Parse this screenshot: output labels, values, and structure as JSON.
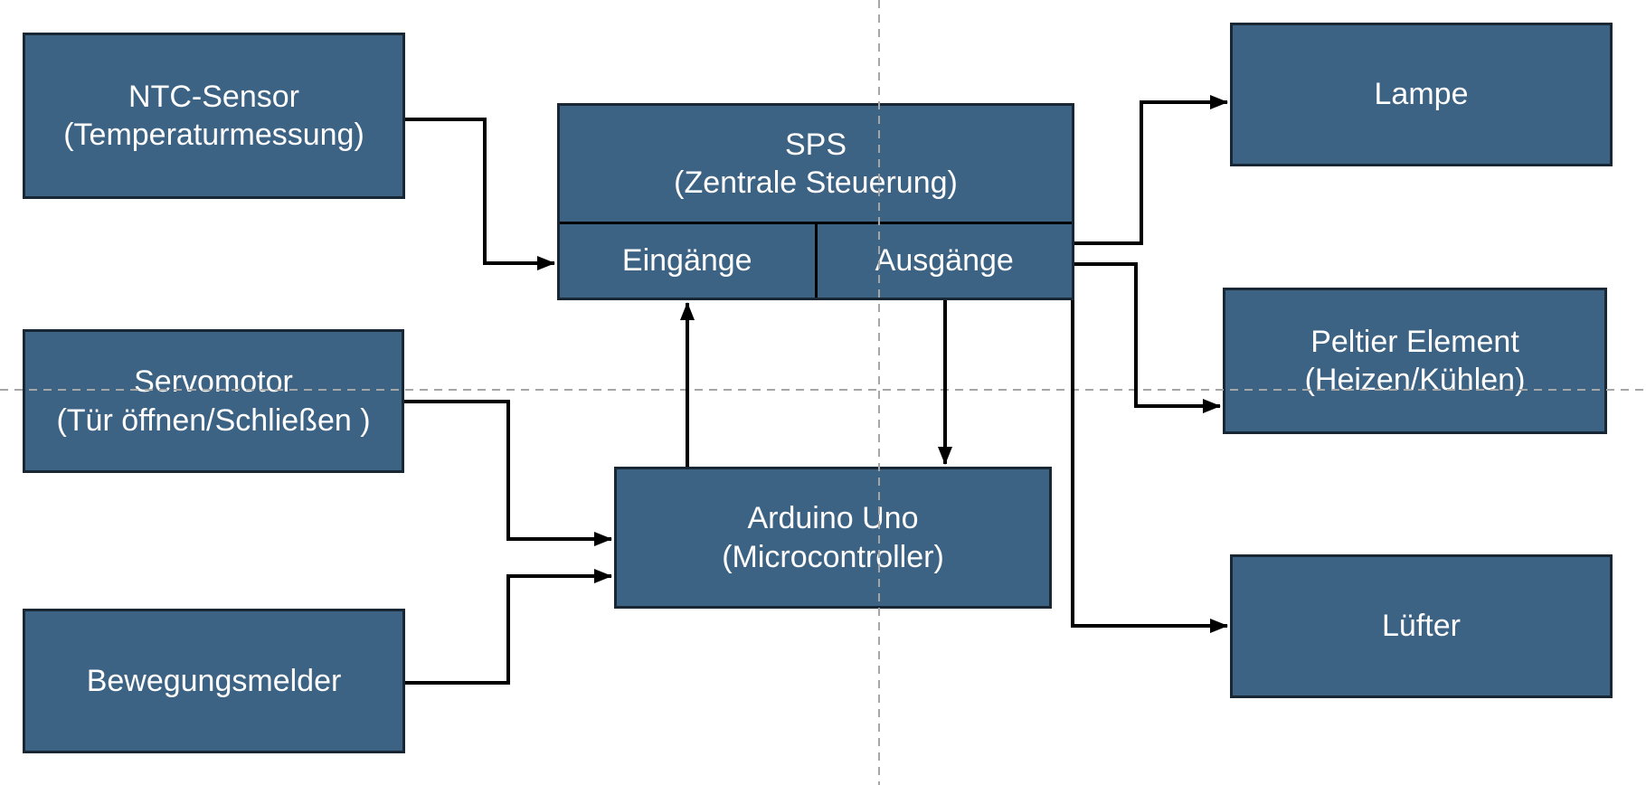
{
  "title": "SPS Zentrale Steuerung Blockdiagramm",
  "colors": {
    "box-fill": "#3D6384",
    "box-border": "#182733",
    "divider": "#000000",
    "connector": "#000000",
    "guide": "#A6A6A6",
    "text": "#FFFFFF",
    "background": "#FFFFFF"
  },
  "boxes": {
    "ntc": {
      "line1": "NTC-Sensor",
      "line2": "(Temperaturmessung)"
    },
    "servo": {
      "line1": "Servomotor",
      "line2": "(Tür öffnen/Schließen )"
    },
    "bewegungsmelder": {
      "line1": "Bewegungsmelder",
      "line2": ""
    },
    "sps": {
      "line1": "SPS",
      "line2": "(Zentrale Steuerung)",
      "input_label": "Eingänge",
      "output_label": "Ausgänge"
    },
    "arduino": {
      "line1": "Arduino Uno",
      "line2": "(Microcontroller)"
    },
    "lampe": {
      "line1": "Lampe",
      "line2": ""
    },
    "peltier": {
      "line1": "Peltier Element",
      "line2": "(Heizen/Kühlen)"
    },
    "luefter": {
      "line1": "Lüfter",
      "line2": ""
    }
  },
  "connections": [
    {
      "from": "NTC-Sensor",
      "to": "SPS Eingänge"
    },
    {
      "from": "Servomotor",
      "to": "Arduino Uno"
    },
    {
      "from": "Bewegungsmelder",
      "to": "Arduino Uno"
    },
    {
      "from": "Arduino Uno",
      "to": "SPS Eingänge"
    },
    {
      "from": "SPS Ausgänge",
      "to": "Arduino Uno"
    },
    {
      "from": "SPS Ausgänge",
      "to": "Lampe"
    },
    {
      "from": "SPS Ausgänge",
      "to": "Peltier Element"
    },
    {
      "from": "SPS Ausgänge",
      "to": "Lüfter"
    }
  ]
}
